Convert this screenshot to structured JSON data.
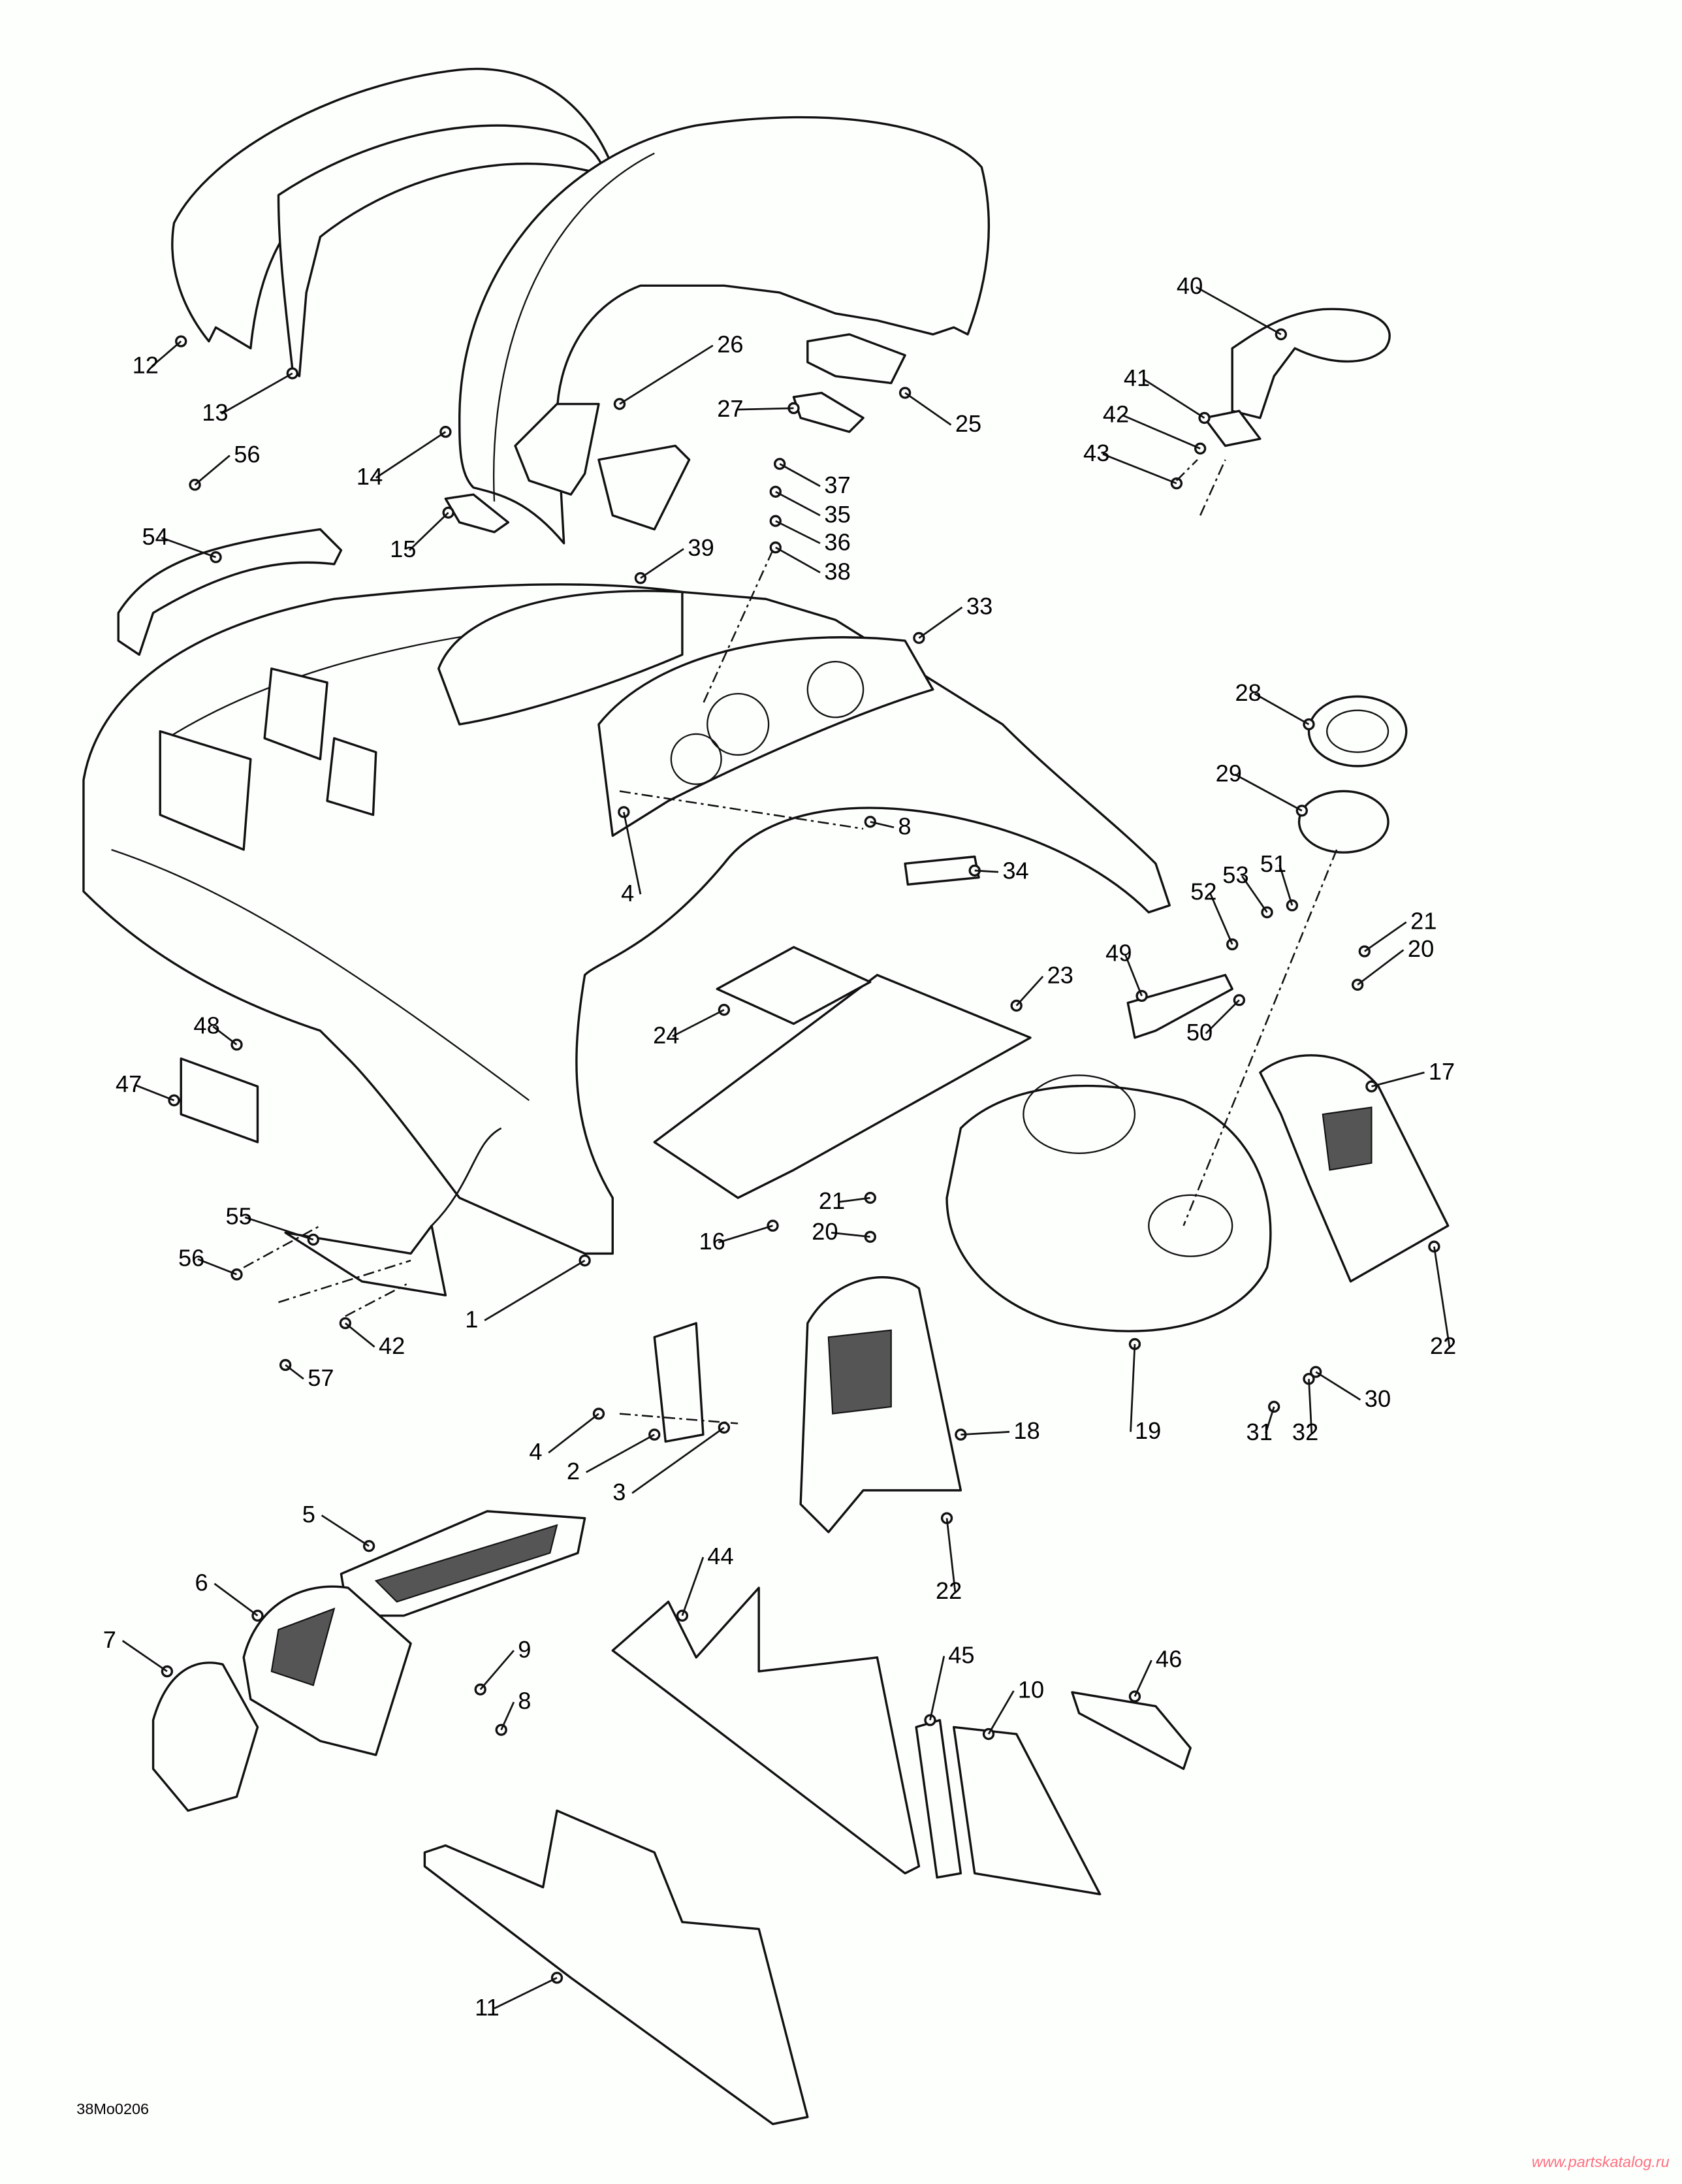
{
  "diagram": {
    "callouts": [
      "12",
      "13",
      "14",
      "15",
      "26",
      "27",
      "25",
      "40",
      "41",
      "42",
      "43",
      "56",
      "54",
      "37",
      "35",
      "36",
      "38",
      "39",
      "33",
      "8",
      "4",
      "34",
      "28",
      "29",
      "52",
      "53",
      "51",
      "21",
      "20",
      "49",
      "50",
      "23",
      "24",
      "48",
      "47",
      "17",
      "55",
      "56",
      "1",
      "21",
      "20",
      "16",
      "42",
      "57",
      "19",
      "22",
      "30",
      "31",
      "32",
      "4",
      "2",
      "3",
      "18",
      "5",
      "6",
      "7",
      "22",
      "44",
      "9",
      "8",
      "45",
      "10",
      "46",
      "11"
    ],
    "drawing_code": "38Mo0206",
    "watermark": "www.partskatalog.ru"
  }
}
